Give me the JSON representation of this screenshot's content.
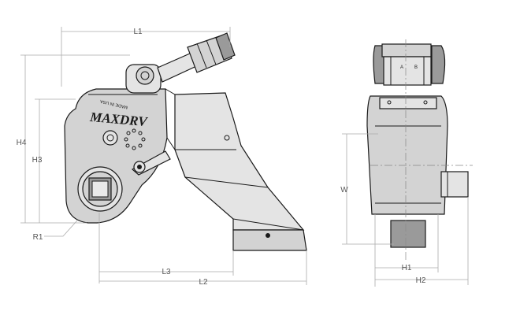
{
  "brand": {
    "logo_text": "MAXDRV",
    "made_in": "MADE IN USA"
  },
  "side_view": {
    "label_a": "A",
    "label_b": "B"
  },
  "dimensions": {
    "L1": "L1",
    "L2": "L2",
    "L3": "L3",
    "H1": "H1",
    "H2": "H2",
    "H3": "H3",
    "H4": "H4",
    "W": "W",
    "R1": "R1"
  },
  "colors": {
    "outline": "#1a1a1a",
    "body": "#d3d3d3",
    "dimension": "#555555"
  }
}
